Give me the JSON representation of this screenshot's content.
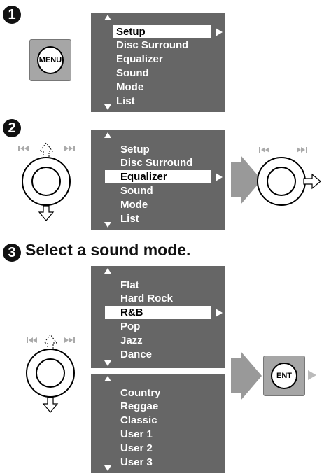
{
  "steps": [
    {
      "number": "1",
      "button_label": "MENU",
      "menu": {
        "items": [
          "Setup",
          "Disc Surround",
          "Equalizer",
          "Sound",
          "Mode",
          "List"
        ],
        "selected": "Setup"
      }
    },
    {
      "number": "2",
      "skip_back_icon": "skip-back-icon",
      "skip_forward_icon": "skip-forward-icon",
      "menu": {
        "items": [
          "Setup",
          "Disc Surround",
          "Equalizer",
          "Sound",
          "Mode",
          "List"
        ],
        "selected": "Equalizer"
      }
    },
    {
      "number": "3",
      "title": "Select a sound mode.",
      "button_label": "ENT",
      "menu_page1": {
        "items": [
          "Flat",
          "Hard Rock",
          "R&B",
          "Pop",
          "Jazz",
          "Dance"
        ],
        "selected": "R&B"
      },
      "menu_page2": {
        "items": [
          "Country",
          "Reggae",
          "Classic",
          "User 1",
          "User 2",
          "User 3"
        ]
      }
    }
  ],
  "colors": {
    "panel": "#666666",
    "button_gray": "#a6a6a6",
    "arrow_gray": "#999999"
  }
}
